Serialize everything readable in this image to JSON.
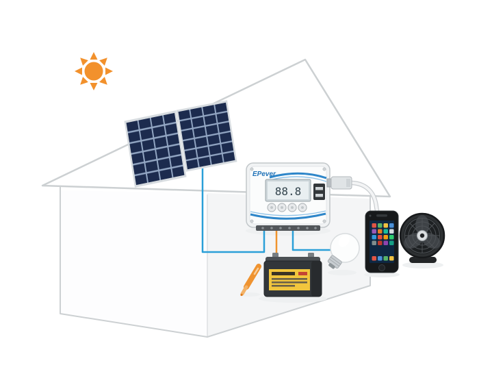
{
  "sun": {
    "color": "#f2912c",
    "ray_count": 8
  },
  "house": {
    "outline_color": "#ccd0d2"
  },
  "solar_panels": {
    "count": 2,
    "cell_rows": 6,
    "cell_columns": 4,
    "cell_color": "#1c2b4e",
    "grid_color": "#93a7c4"
  },
  "controller": {
    "brand": "EPever",
    "lcd_value": "88.8",
    "accent_color": "#2e86c9",
    "button_count": 4,
    "usb_port_count": 2
  },
  "wires": {
    "pv_wire_color": "#2a9fd8",
    "load_wire_color": "#2a9fd8",
    "battery_wire_color": "#f0942e",
    "usb_cable_color": "#f3f4f5"
  },
  "battery": {
    "body_color": "#32363a",
    "label_color": "#f2c63d"
  },
  "loads": [
    "led-bulb",
    "smartphone",
    "usb-fan"
  ],
  "pen": {
    "color": "#ef9330"
  }
}
